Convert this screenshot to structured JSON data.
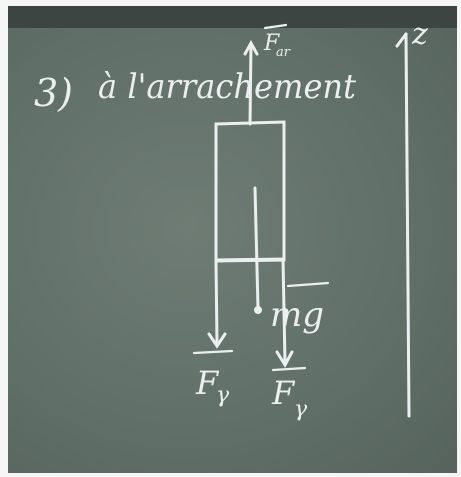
{
  "board": {
    "heading_number": "3)",
    "heading_text": "à l'arrachement",
    "axis_label": "z",
    "labels": {
      "force_up": "F",
      "force_up_sub": "ar",
      "weight": "mg",
      "force_left": "F",
      "force_left_sub": "γ",
      "force_right": "F",
      "force_right_sub": "γ"
    }
  }
}
